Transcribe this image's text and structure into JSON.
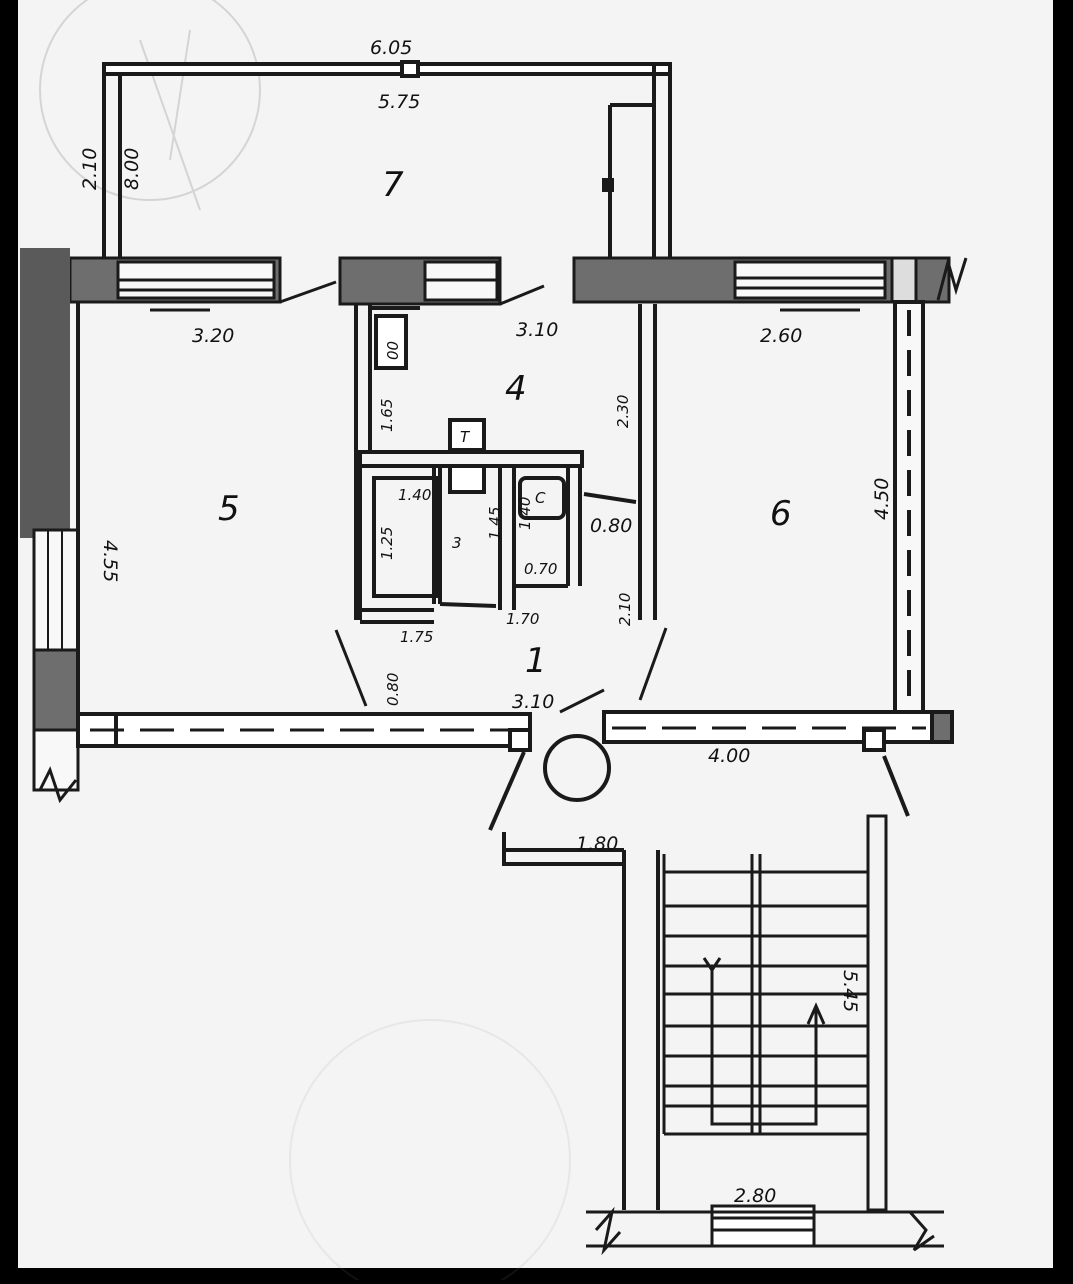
{
  "colors": {
    "paper": "#f4f4f4",
    "ink": "#1a1a1a",
    "wall_fill": "#6e6e6e",
    "frame": "#000000"
  },
  "rooms": {
    "r1": "1",
    "r3": "3",
    "r4": "4",
    "r5": "5",
    "r6": "6",
    "r7": "7"
  },
  "dimensions": {
    "d_top_outer": "6.05",
    "d_top_inner": "5.75",
    "d_left_2_10": "2.10",
    "d_left_8_00": "8.00",
    "d_room5_width": "3.20",
    "d_room5_height": "4.55",
    "d_kitchen_width": "3.10",
    "d_kitchen_165": "1.65",
    "d_kitchen_230": "2.30",
    "d_room6_width": "2.60",
    "d_room6_height": "4.50",
    "d_bath_140": "1.40",
    "d_bath_125": "1.25",
    "d_bath_145": "1.45",
    "d_wc_140": "1.40",
    "d_wc_070": "0.70",
    "d_hall_080_right": "0.80",
    "d_hall_175": "1.75",
    "d_hall_170": "1.70",
    "d_hall_210": "2.10",
    "d_hall_080_left": "0.80",
    "d_hall_310": "3.10",
    "d_corr_400": "4.00",
    "d_landing_180": "1.80",
    "d_stair_545": "5.45",
    "d_stair_280": "2.80"
  },
  "fixtures": {
    "stove_label": "00",
    "toilet_label": "C",
    "t_label": "T"
  }
}
